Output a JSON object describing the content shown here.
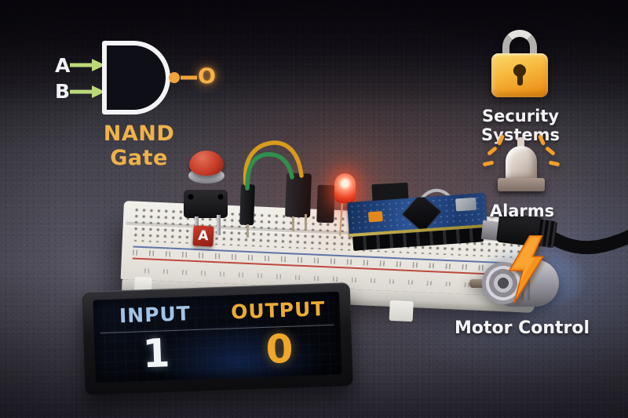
{
  "nand_diagram": {
    "input_a_label": "A",
    "input_b_label": "B",
    "output_label": "O",
    "caption": "NAND Gate"
  },
  "breadboard": {
    "button_tag": "A"
  },
  "display_panel": {
    "input_header": "INPUT",
    "input_value": "1",
    "output_header": "OUTPUT",
    "output_value": "0"
  },
  "applications": [
    {
      "icon": "padlock-icon",
      "label": "Security Systems"
    },
    {
      "icon": "siren-icon",
      "label": "Alarms"
    },
    {
      "icon": "motor-lightning-icon",
      "label": "Motor Control"
    }
  ],
  "colors": {
    "gold_accent": "#eeb24a",
    "input_blue": "#a2c3e4",
    "output_gold": "#edab33",
    "arrow_green": "#bcd97a",
    "led_red": "#f04a28",
    "bolt_orange": "#f6931c",
    "lock_gold": "#f7ba3f"
  }
}
